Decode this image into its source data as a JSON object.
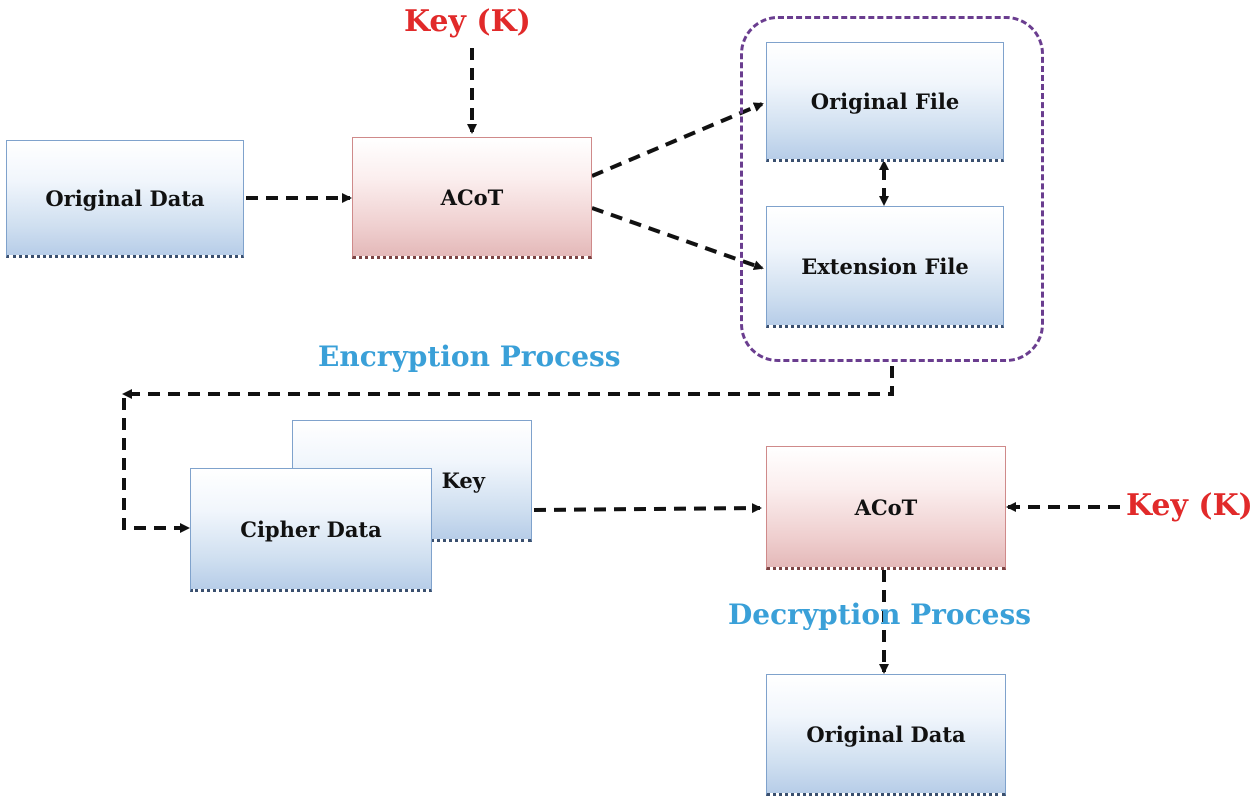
{
  "encryption": {
    "key_label": "Key (K)",
    "input_label": "Original Data",
    "algorithm_label": "ACoT",
    "output_original_file": "Original File",
    "output_extension_file": "Extension File",
    "process_label": "Encryption Process"
  },
  "transfer": {
    "key_label": "Key",
    "cipher_label": "Cipher Data"
  },
  "decryption": {
    "algorithm_label": "ACoT",
    "key_label": "Key (K)",
    "process_label": "Decryption Process",
    "output_label": "Original Data"
  },
  "colors": {
    "box_fill_blue": "#cfdff0",
    "box_fill_red": "#efcfcf",
    "key_text": "#e12a2a",
    "process_text": "#3aa0d8",
    "group_border": "#6a3d8f",
    "arrow": "#111111"
  }
}
